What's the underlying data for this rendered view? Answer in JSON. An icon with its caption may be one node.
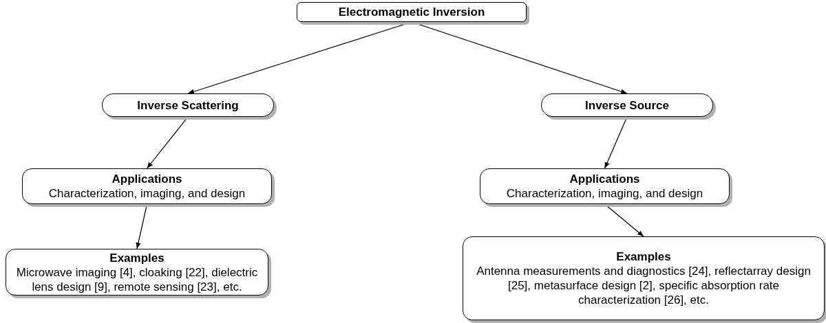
{
  "diagram": {
    "nodes": [
      {
        "text": [
          "Electromagnetic Inversion"
        ]
      },
      {
        "text": [
          "Inverse Scattering"
        ]
      },
      {
        "text": [
          "Inverse Source"
        ]
      },
      {
        "text": [
          "Applications",
          "Characterization, imaging, and design"
        ]
      },
      {
        "text": [
          "Applications",
          "Characterization, imaging, and design"
        ]
      },
      {
        "text": [
          "Examples",
          "Microwave imaging [4], cloaking [22], dielectric lens design [9], remote sensing [23], etc."
        ]
      },
      {
        "text": [
          "Examples",
          "Antenna measurements and diagnostics [24], reflectarray design [25], metasurface design [2], specific absorption rate characterization [26], etc."
        ]
      }
    ],
    "edges": [
      {
        "from": 0,
        "to": 1,
        "arrow": "to"
      },
      {
        "from": 0,
        "to": 2,
        "arrow": "to"
      },
      {
        "from": 1,
        "to": 3,
        "arrow": "to"
      },
      {
        "from": 2,
        "to": 4,
        "arrow": "to"
      },
      {
        "from": 3,
        "to": 5,
        "arrow": "to"
      },
      {
        "from": 4,
        "to": 6,
        "arrow": "to"
      }
    ]
  }
}
